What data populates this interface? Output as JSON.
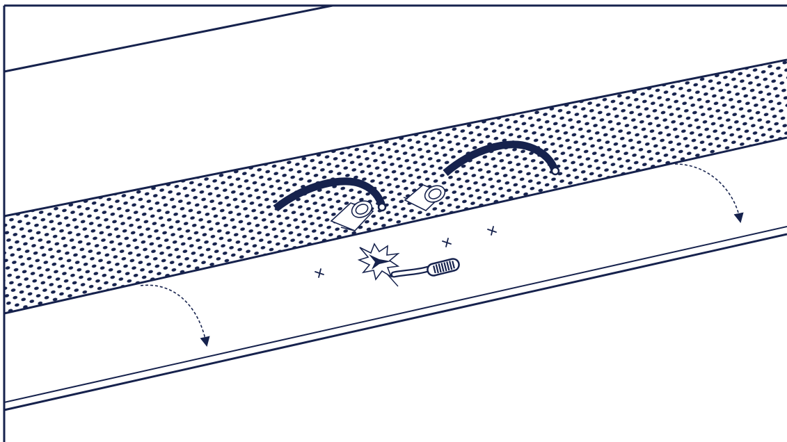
{
  "colors": {
    "ink": "#16224d",
    "background": "#ffffff"
  },
  "parts": {
    "perforated_strip": "perforated-strip",
    "hoses": [
      "hose-left",
      "hose-right"
    ],
    "sleeves": [
      "sleeve-left",
      "sleeve-right"
    ],
    "spray_nozzle": "spray-nozzle",
    "spray_burst": "spray-burst-icon",
    "drip_arrows": [
      "drip-arrow-left",
      "drip-arrow-right"
    ],
    "sparkles": 3
  }
}
